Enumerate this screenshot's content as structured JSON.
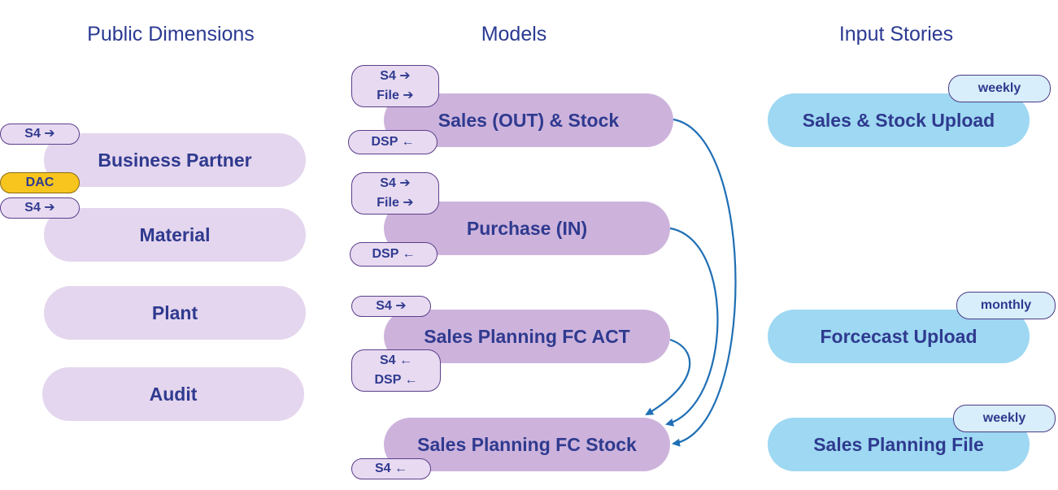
{
  "headers": {
    "dimensions": "Public Dimensions",
    "models": "Models",
    "stories": "Input Stories"
  },
  "dimensions": {
    "business_partner": "Business Partner",
    "material": "Material",
    "plant": "Plant",
    "audit": "Audit"
  },
  "dimension_tags": {
    "bp_s4": "S4 ➔",
    "bp_dac": "DAC",
    "mat_s4": "S4 ➔"
  },
  "models": {
    "sales_out_stock": "Sales (OUT) & Stock",
    "purchase_in": "Purchase (IN)",
    "planning_fc_act": "Sales Planning FC ACT",
    "planning_fc_stock": "Sales Planning FC Stock"
  },
  "model_tags": {
    "m1_in_s4": "S4 ➔",
    "m1_in_file": "File ➔",
    "m1_out_dsp": "DSP ←",
    "m2_in_s4": "S4 ➔",
    "m2_in_file": "File ➔",
    "m2_out_dsp": "DSP ←",
    "m3_in_s4": "S4 ➔",
    "m3_out_s4": "S4 ←",
    "m3_out_dsp": "DSP ←",
    "m4_out_s4": "S4 ←"
  },
  "stories": {
    "sales_stock_upload": "Sales & Stock Upload",
    "forecast_upload": "Forcecast Upload",
    "sales_planning_file": "Sales Planning File"
  },
  "story_tags": {
    "s1_freq": "weekly",
    "s2_freq": "monthly",
    "s3_freq": "weekly"
  },
  "colors": {
    "dimension_fill": "#e4d6ee",
    "model_fill": "#cdb3dc",
    "story_fill": "#9ed8f2",
    "dac_fill": "#f7c51e",
    "arrow": "#1f6fb5",
    "text": "#2f3a8f"
  }
}
